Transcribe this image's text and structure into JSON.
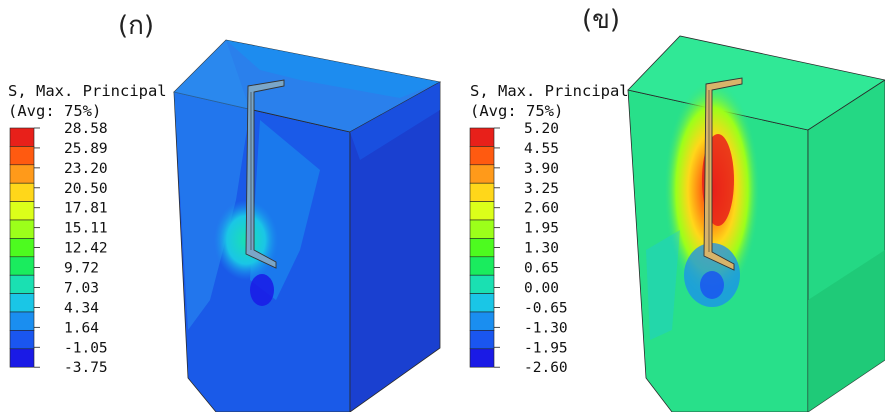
{
  "panels": [
    {
      "label": "(ก)",
      "legend": {
        "title_line1": "S, Max. Principal",
        "title_line2": "(Avg: 75%)",
        "ticks": [
          "28.58",
          "25.89",
          "23.20",
          "20.50",
          "17.81",
          "15.11",
          "12.42",
          "9.72",
          "7.03",
          "4.34",
          "1.64",
          "-1.05",
          "-3.75"
        ]
      }
    },
    {
      "label": "(ข)",
      "legend": {
        "title_line1": "S, Max. Principal",
        "title_line2": "(Avg: 75%)",
        "ticks": [
          "5.20",
          "4.55",
          "3.90",
          "3.25",
          "2.60",
          "1.95",
          "1.30",
          "0.65",
          "0.00",
          "-0.65",
          "-1.30",
          "-1.95",
          "-2.60"
        ]
      }
    }
  ],
  "colors": {
    "scale": [
      "#e8201a",
      "#ff5a10",
      "#ff9a1a",
      "#ffd71a",
      "#dcff1a",
      "#9cff1a",
      "#4dfb1f",
      "#1aec5e",
      "#1ae0b2",
      "#1ac6e6",
      "#1a8ef0",
      "#1a56f0",
      "#1a1ae6"
    ]
  }
}
